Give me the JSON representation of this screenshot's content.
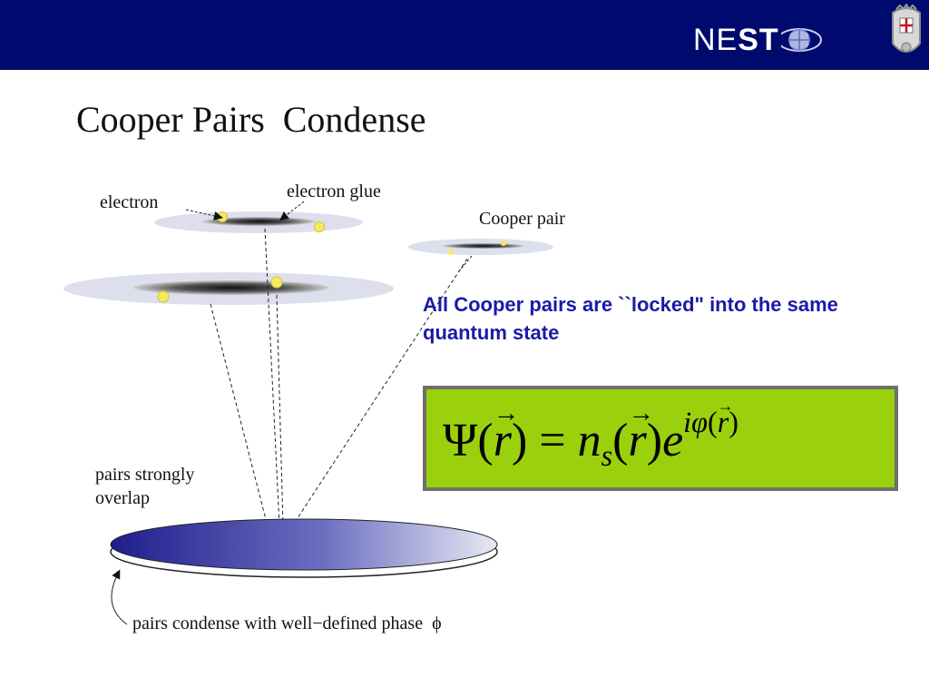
{
  "header": {
    "bg_color": "#000a6e",
    "logo_text_plain": "NE",
    "logo_text_bold": "ST",
    "crest_icon": "crest-icon"
  },
  "slide": {
    "title": "Cooper Pairs  Condense"
  },
  "diagram": {
    "label_electron": "electron",
    "label_glue": "electron glue",
    "label_cooper_pair": "Cooper pair",
    "label_overlap_line1": "pairs strongly",
    "label_overlap_line2": "overlap",
    "label_condense": "pairs condense with well−defined phase  ϕ"
  },
  "callout": {
    "text": "All Cooper pairs are ``locked\" into the same quantum state"
  },
  "equation": {
    "bg_color": "#9ad10c",
    "psi": "Ψ",
    "r": "r",
    "equals": "=",
    "n": "n",
    "s": "s",
    "e": "e",
    "exp_i": "i",
    "exp_phi": "φ"
  }
}
